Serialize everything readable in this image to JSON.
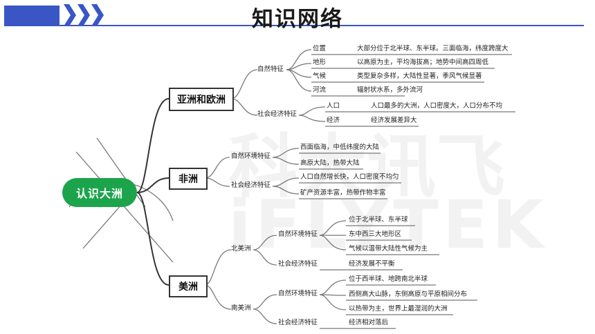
{
  "page": {
    "title": "知识网络"
  },
  "watermark": {
    "cn": "科大讯飞",
    "en": "iFLYTEK"
  },
  "root": "认识大洲",
  "continents": {
    "asia_europe": {
      "label": "亚洲和欧洲",
      "natural": {
        "label": "自然特征",
        "items": [
          {
            "key": "位置",
            "value": "大部分位于北半球、东半球。三面临海，纬度跨度大"
          },
          {
            "key": "地形",
            "value": "以高原为主，平均海拔高；地势中间高四周低"
          },
          {
            "key": "气候",
            "value": "类型复杂多样，大陆性显著，季风气候显著"
          },
          {
            "key": "河流",
            "value": "辐射状水系，多外流河"
          }
        ]
      },
      "social": {
        "label": "社会经济特征",
        "items": [
          {
            "key": "人口",
            "value": "人口最多的大洲，人口密度大，人口分布不均"
          },
          {
            "key": "经济",
            "value": "经济发展差异大"
          }
        ]
      }
    },
    "africa": {
      "label": "非洲",
      "natural": {
        "label": "自然环境特征",
        "items": [
          "西面临海，中低纬度的大陆",
          "高原大陆，热带大陆"
        ]
      },
      "social": {
        "label": "社会经济特征",
        "items": [
          "人口自然增长快，人口密度不均匀",
          "矿产资源丰富，热带作物丰富"
        ]
      }
    },
    "america": {
      "label": "美洲",
      "north": {
        "label": "北美洲",
        "natural": {
          "label": "自然环境特征",
          "items": [
            "位于北半球、东半球",
            "东中西三大地形区",
            "气候以温带大陆性气候为主"
          ]
        },
        "social": {
          "label": "社会经济特征",
          "items": [
            "经济发展不平衡"
          ]
        }
      },
      "south": {
        "label": "南美洲",
        "natural": {
          "label": "自然环境特征",
          "items": [
            "位于西半球、地跨南北半球",
            "西侧高大山脉，东侧高原与平原相间分布",
            "以热带为主，世界上最湿润的大洲"
          ]
        },
        "social": {
          "label": "社会经济特征",
          "items": [
            "经济相对落后"
          ]
        }
      }
    }
  }
}
